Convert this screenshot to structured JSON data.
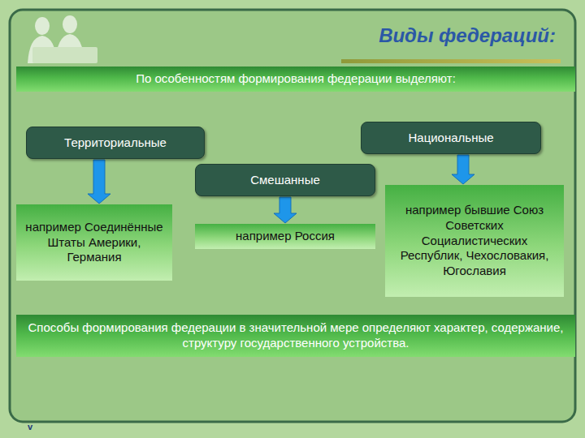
{
  "diagram": {
    "title": "Виды федераций:",
    "nodes": [
      {
        "text": [
          "По особенностям формирования федерации выделяют:"
        ]
      },
      {
        "text": [
          "Территориальные"
        ]
      },
      {
        "text": [
          "Национальные"
        ]
      },
      {
        "text": [
          "Смешанные"
        ]
      },
      {
        "text": [
          "например Соединённые Штаты Америки, Германия"
        ]
      },
      {
        "text": [
          "например Россия"
        ]
      },
      {
        "text": [
          "например бывшие Союз Советских Социалистических Республик, Чехословакия, Югославия"
        ]
      },
      {
        "text": [
          "Способы формирования федерации в значительной мере определяют характер, содержание, структуру государственного устройства."
        ]
      }
    ],
    "edges": [
      {
        "from": 1,
        "to": 4,
        "arrow": "to"
      },
      {
        "from": 3,
        "to": 5,
        "arrow": "to"
      },
      {
        "from": 2,
        "to": 6,
        "arrow": "to"
      }
    ],
    "labels": [
      "v"
    ]
  }
}
